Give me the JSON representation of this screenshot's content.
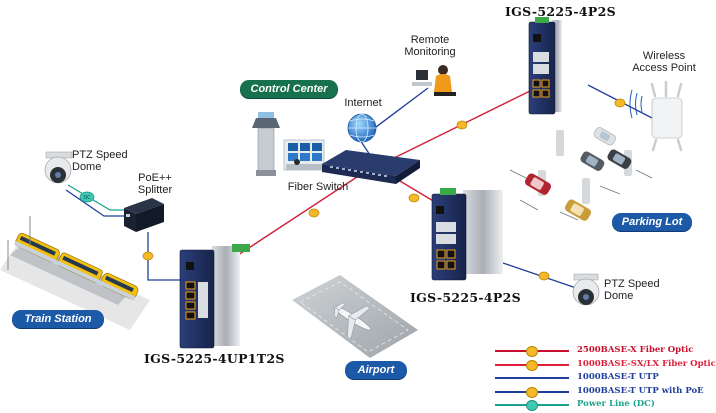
{
  "labels": {
    "remote_monitoring": "Remote\nMonitoring",
    "internet": "Internet",
    "fiber_switch": "Fiber Switch",
    "ptz_top": "PTZ Speed\nDome",
    "poe_splitter": "PoE++\nSplitter",
    "wireless_ap": "Wireless\nAccess Point",
    "ptz_bottom": "PTZ Speed\nDome",
    "dc_badge": "DC"
  },
  "models": {
    "top_right": "IGS-5225-4P2S",
    "middle_right": "IGS-5225-4P2S",
    "left": "IGS-5225-4UP1T2S"
  },
  "areas": {
    "control_center": "Control Center",
    "train_station": "Train Station",
    "parking_lot": "Parking Lot",
    "airport": "Airport"
  },
  "legend": [
    {
      "text": "2500BASE-X Fiber Optic",
      "color": "#c8102e",
      "dot": "#f6b82a"
    },
    {
      "text": "1000BASE-SX/LX Fiber Optic",
      "color": "#e0203a",
      "dot": "#f6b82a"
    },
    {
      "text": "1000BASE-T UTP",
      "color": "#1f3f9b",
      "dot": ""
    },
    {
      "text": "1000BASE-T UTP with PoE",
      "color": "#1f3f9b",
      "dot": "#f6b82a"
    },
    {
      "text": "Power Line (DC)",
      "color": "#1aa48c",
      "dot": "#3fc9b3"
    }
  ],
  "colors": {
    "fiber_red": "#d0223a",
    "utp_blue": "#1f3f9b",
    "power_teal": "#1aa48c",
    "green_pill": "#17704e",
    "blue_pill": "#1c5aa8",
    "switch_blue": "#23356b",
    "port_orange": "#f0a020"
  }
}
